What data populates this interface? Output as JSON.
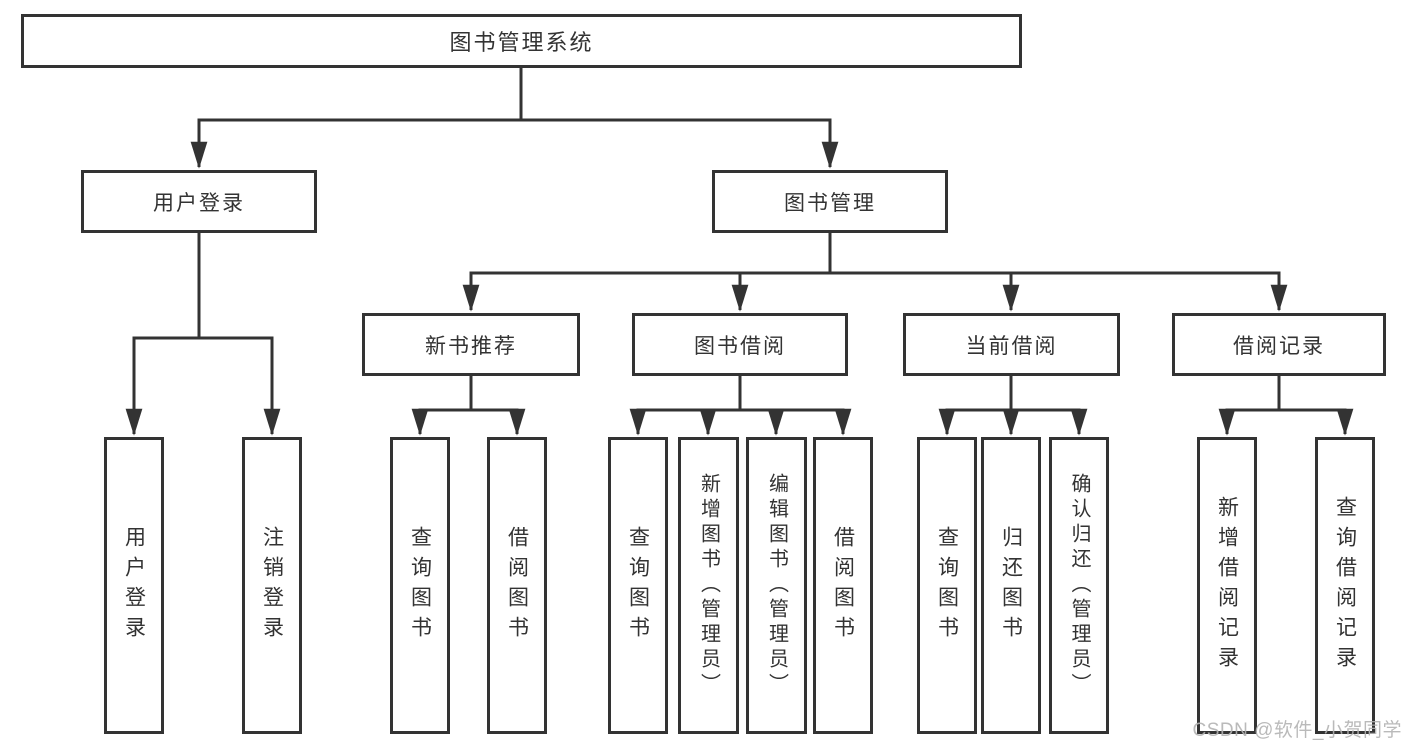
{
  "diagram_title": "图书管理系统",
  "tree": {
    "label": "图书管理系统",
    "children": [
      {
        "label": "用户登录",
        "children": [
          {
            "label": "用户登录"
          },
          {
            "label": "注销登录"
          }
        ]
      },
      {
        "label": "图书管理",
        "children": [
          {
            "label": "新书推荐",
            "children": [
              {
                "label": "查询图书"
              },
              {
                "label": "借阅图书"
              }
            ]
          },
          {
            "label": "图书借阅",
            "children": [
              {
                "label": "查询图书"
              },
              {
                "label": "新增图书（管理员）"
              },
              {
                "label": "编辑图书（管理员）"
              },
              {
                "label": "借阅图书"
              }
            ]
          },
          {
            "label": "当前借阅",
            "children": [
              {
                "label": "查询图书"
              },
              {
                "label": "归还图书"
              },
              {
                "label": "确认归还（管理员）"
              }
            ]
          },
          {
            "label": "借阅记录",
            "children": [
              {
                "label": "新增借阅记录"
              },
              {
                "label": "查询借阅记录"
              }
            ]
          }
        ]
      }
    ]
  },
  "watermark": "CSDN @软件_小贺同学",
  "colors": {
    "line": "#333333",
    "border": "#333333",
    "text": "#333333",
    "background": "#ffffff",
    "watermark": "#b3b3b3"
  }
}
